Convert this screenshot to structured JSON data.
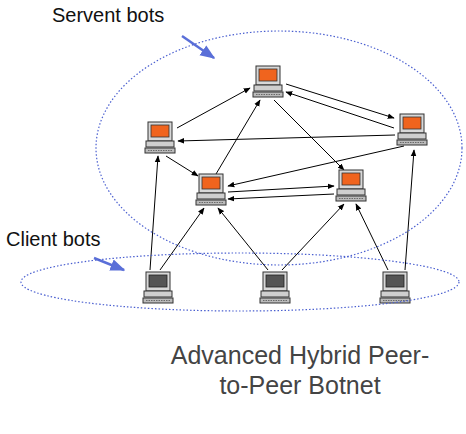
{
  "diagram": {
    "caption": "Advanced Hybrid Peer-to-Peer Botnet",
    "nodes": [
      {
        "text": [
          "Servent bots"
        ]
      },
      {
        "text": [
          "Client bots"
        ]
      }
    ]
  }
}
